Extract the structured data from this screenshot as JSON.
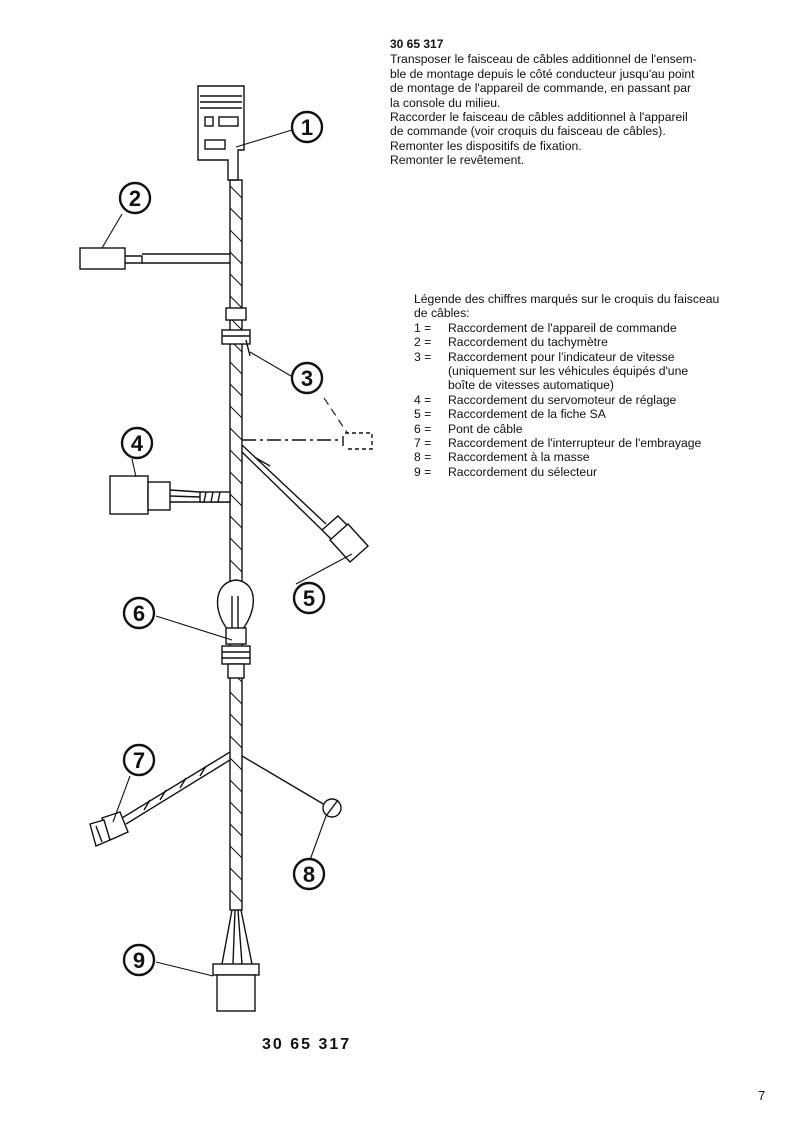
{
  "instructions": {
    "code": "30 65 317",
    "lines": [
      "Transposer le faisceau de câbles additionnel de l'ensem-",
      "ble de montage depuis le côté conducteur jusqu'au point",
      "de montage de l'appareil de commande, en passant par",
      "la console du milieu.",
      "Raccorder le faisceau de câbles additionnel à l'appareil",
      "de commande (voir croquis du faisceau de câbles).",
      "Remonter les dispositifs de fixation.",
      "Remonter le revêtement."
    ]
  },
  "legend": {
    "intro": [
      "Légende des chiffres marqués sur le croquis du faisceau",
      "de câbles:"
    ],
    "items": [
      {
        "num": "1 =",
        "text": "Raccordement de l'appareil de commande"
      },
      {
        "num": "2 =",
        "text": "Raccordement du tachymètre"
      },
      {
        "num": "3 =",
        "text": "Raccordement pour l'indicateur de vitesse",
        "cont": [
          "(uniquement sur les véhicules équipés d'une",
          "boîte de vitesses automatique)"
        ]
      },
      {
        "num": "4 =",
        "text": "Raccordement du servomoteur de réglage"
      },
      {
        "num": "5 =",
        "text": "Raccordement de la fiche SA"
      },
      {
        "num": "6 =",
        "text": "Pont de câble"
      },
      {
        "num": "7 =",
        "text": "Raccordement de l'interrupteur de l'embrayage"
      },
      {
        "num": "8 =",
        "text": "Raccordement à la masse"
      },
      {
        "num": "9 =",
        "text": "Raccordement du sélecteur"
      }
    ]
  },
  "diagram": {
    "callouts": [
      "1",
      "2",
      "3",
      "4",
      "5",
      "6",
      "7",
      "8",
      "9"
    ]
  },
  "bottom_code": "30 65 317",
  "page_number": "7"
}
